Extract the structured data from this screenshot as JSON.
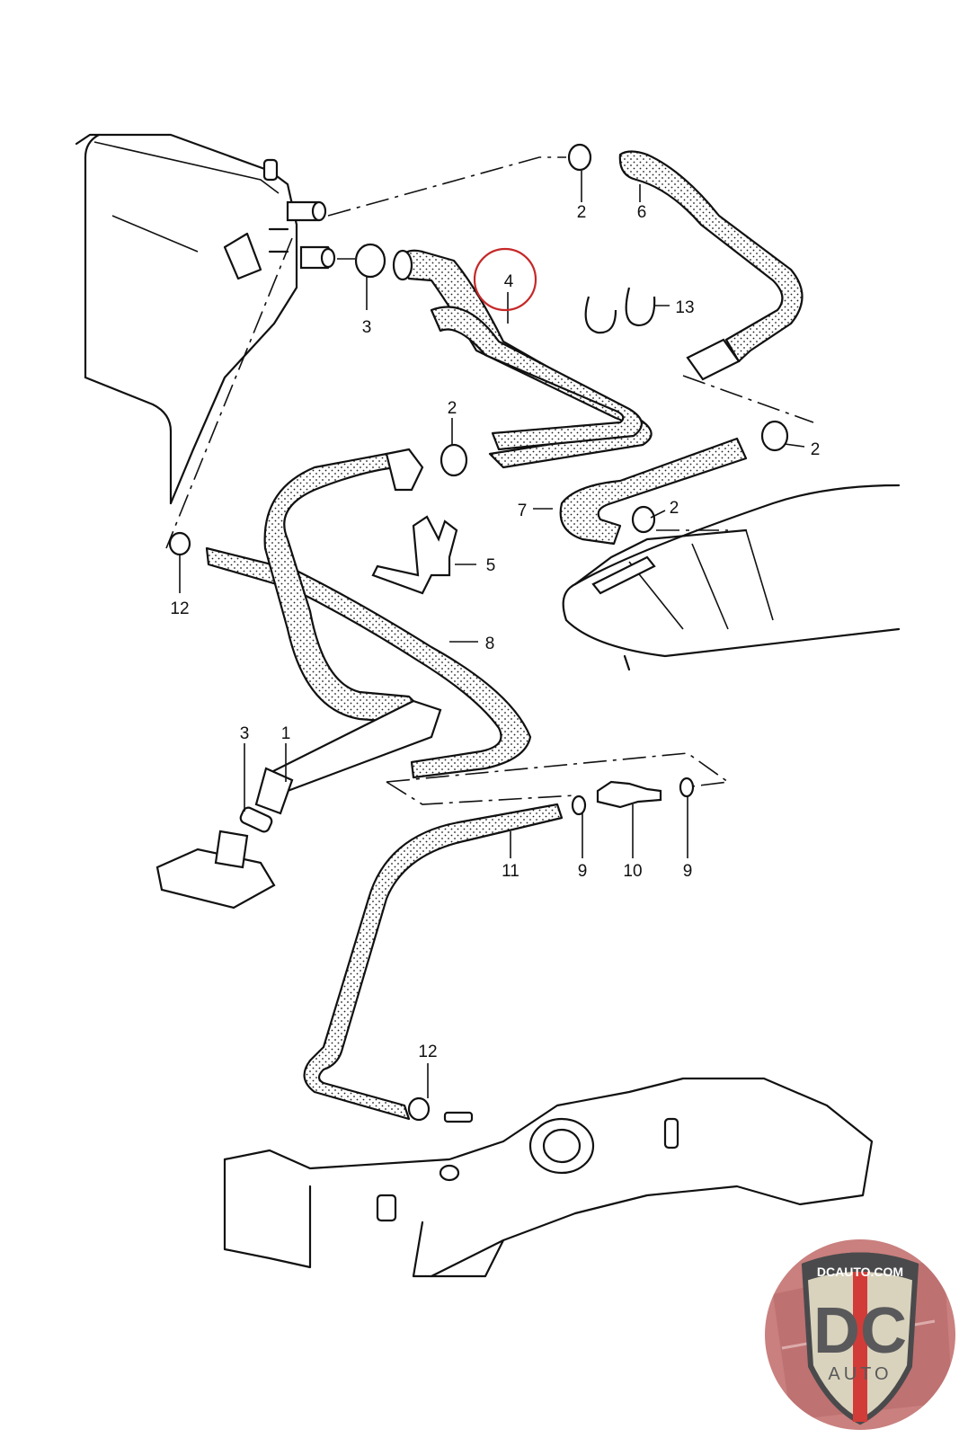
{
  "diagram": {
    "title": "Heater / ventilation hose assembly exploded parts diagram",
    "highlight_color": "#c62828",
    "highlighted_part": "4",
    "callouts": [
      {
        "id": "c1",
        "text": "1"
      },
      {
        "id": "c2a",
        "text": "2"
      },
      {
        "id": "c2b",
        "text": "2"
      },
      {
        "id": "c2c",
        "text": "2"
      },
      {
        "id": "c2d",
        "text": "2"
      },
      {
        "id": "c3a",
        "text": "3"
      },
      {
        "id": "c3b",
        "text": "3"
      },
      {
        "id": "c4",
        "text": "4"
      },
      {
        "id": "c5",
        "text": "5"
      },
      {
        "id": "c6",
        "text": "6"
      },
      {
        "id": "c7",
        "text": "7"
      },
      {
        "id": "c8",
        "text": "8"
      },
      {
        "id": "c9a",
        "text": "9"
      },
      {
        "id": "c9b",
        "text": "9"
      },
      {
        "id": "c10",
        "text": "10"
      },
      {
        "id": "c11",
        "text": "11"
      },
      {
        "id": "c12a",
        "text": "12"
      },
      {
        "id": "c12b",
        "text": "12"
      },
      {
        "id": "c13",
        "text": "13"
      }
    ]
  },
  "logo": {
    "top_text": "DCAUTO.COM",
    "main_text": "DC",
    "sub_text": "AUTO",
    "colors": {
      "ring": "#c9807e",
      "shield": "#d9d3bd",
      "letters": "#59595b",
      "stripe": "#d23c38",
      "banner": "#4a4a4c"
    }
  }
}
